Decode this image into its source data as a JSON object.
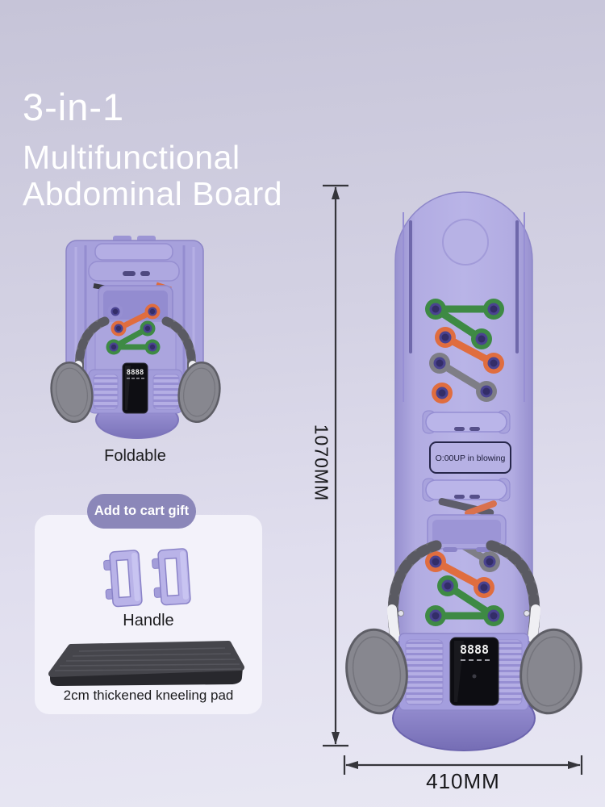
{
  "title": {
    "line1": "3-in-1",
    "line2": "Multifunctional",
    "line3": "Abdominal Board"
  },
  "foldable": {
    "caption": "Foldable"
  },
  "gift": {
    "badge_label": "Add to cart gift",
    "handle_caption": "Handle",
    "pad_caption": "2cm thickened kneeling pad"
  },
  "board": {
    "screen_label": "O:00UP in blowing",
    "display_readout": "8888",
    "folded_display_readout": "8888"
  },
  "dimensions": {
    "height_label": "1070MM",
    "width_label": "410MM"
  },
  "colors": {
    "background_top": "#c6c4d8",
    "background_bottom": "#e8e7f3",
    "title_text": "#ffffff",
    "board_purple": "#b3aee0",
    "board_purple_dark": "#8d86c7",
    "accent_green": "#3e8a44",
    "accent_orange": "#e06d3f",
    "connector_gray": "#7e7e86",
    "pad_gray": "#87878f",
    "badge_bg": "#8b87b9",
    "card_bg": "#f3f2fa",
    "display_black": "#0d0d12",
    "dimension_line": "#35353b",
    "caption_text": "#1d1d1f"
  }
}
